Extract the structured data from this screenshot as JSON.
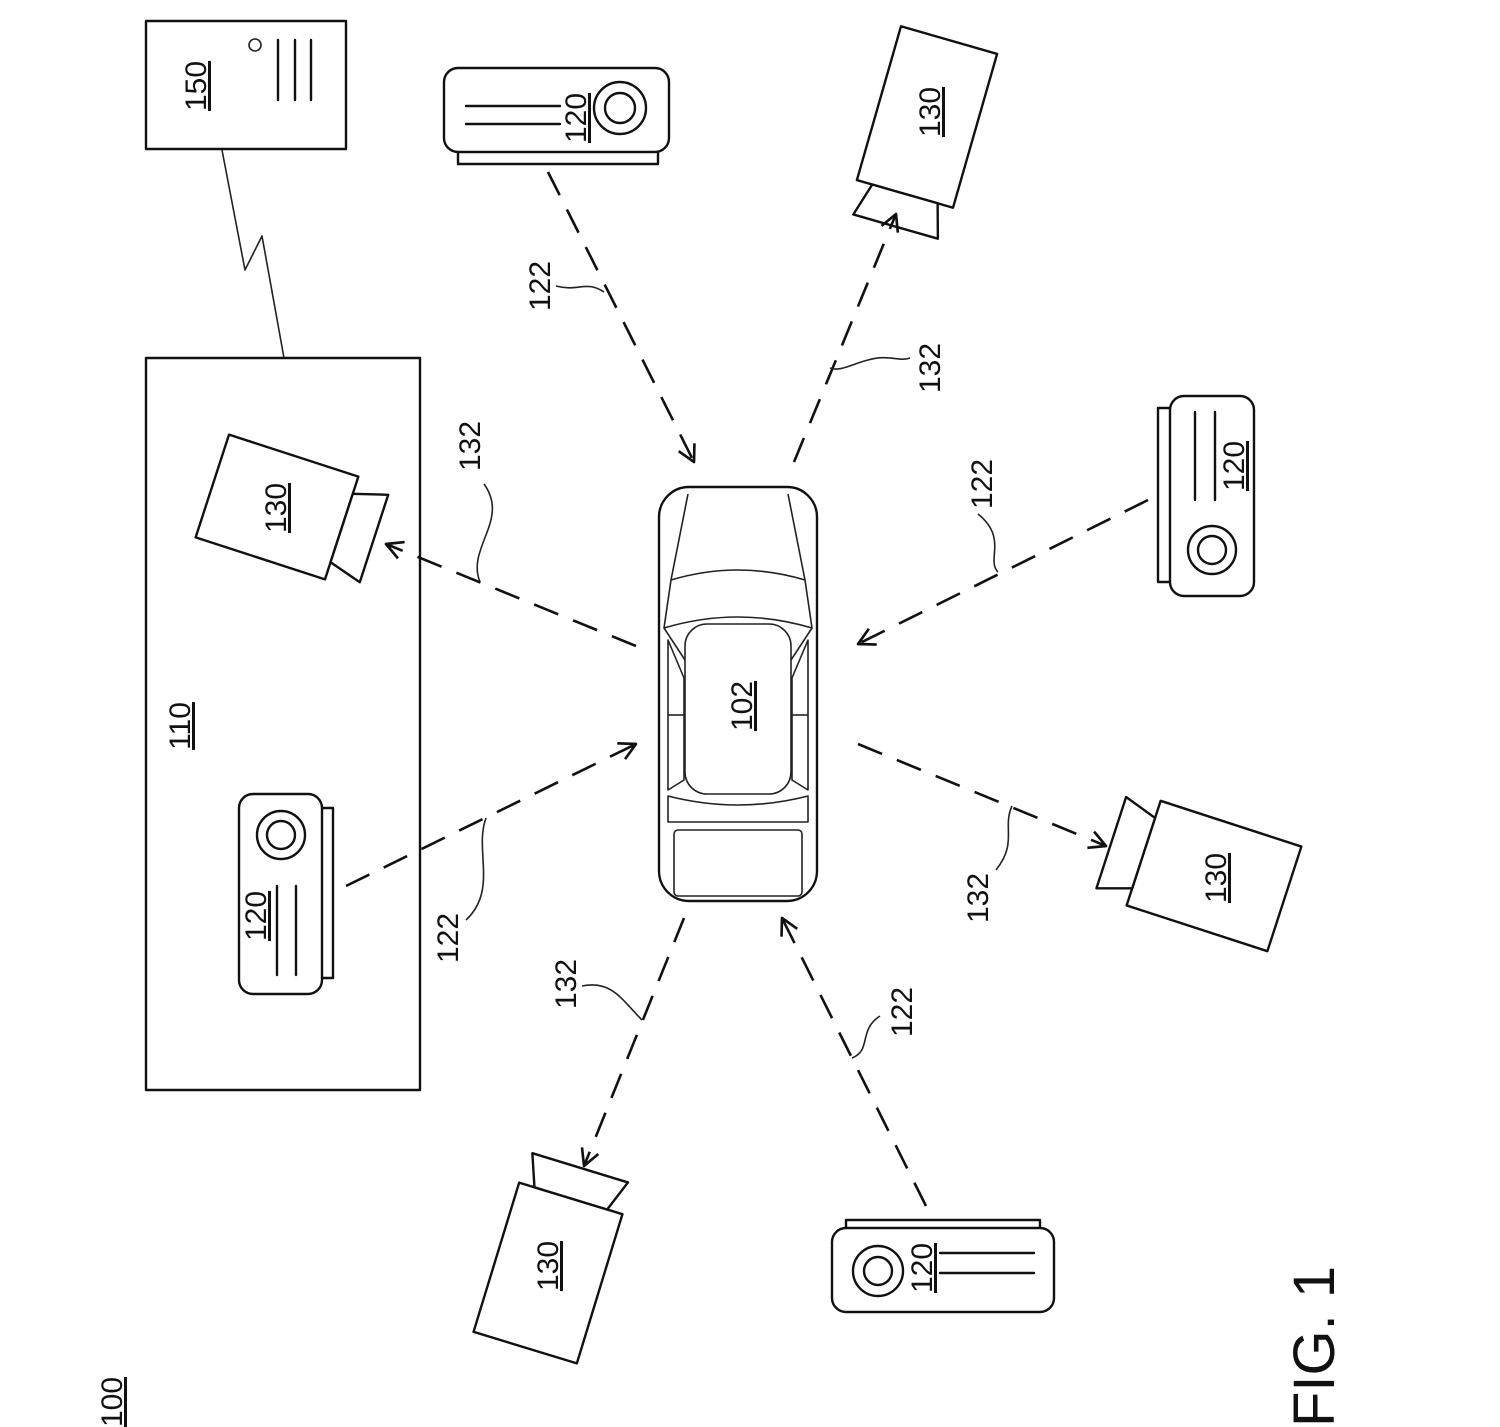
{
  "figure": {
    "number_label": "FIG. 1",
    "system_ref": "100",
    "vehicle_ref": "102",
    "region_ref": "110",
    "server_ref": "150",
    "projector_ref": "120",
    "camera_ref": "130",
    "projection_path_ref": "122",
    "capture_path_ref": "132"
  }
}
